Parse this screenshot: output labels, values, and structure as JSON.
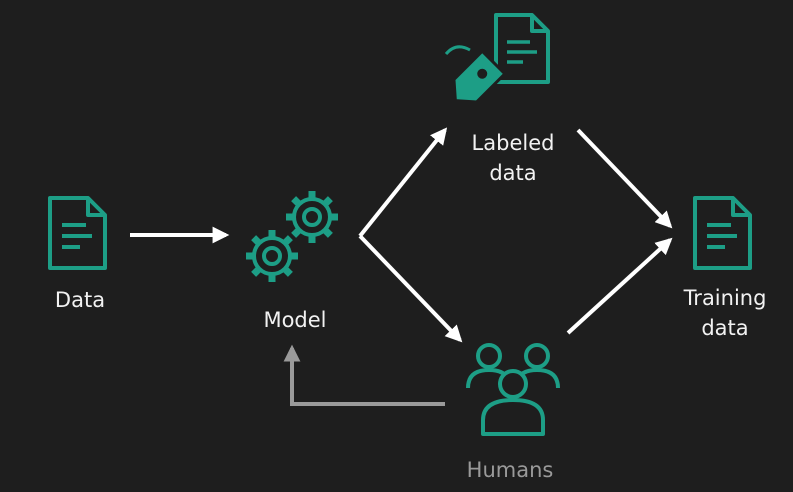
{
  "colors": {
    "background": "#1e1e1e",
    "icon_teal": "#1d9e86",
    "arrow": "#ffffff",
    "feedback_arrow": "#9a9a9a",
    "humans_label": "#9a9a9a"
  },
  "nodes": {
    "data": {
      "label": "Data",
      "icon": "document-icon"
    },
    "model": {
      "label": "Model",
      "icon": "gears-icon"
    },
    "labeled": {
      "line1": "Labeled",
      "line2": "data",
      "icon": "tagged-document-icon"
    },
    "training": {
      "line1": "Training",
      "line2": "data",
      "icon": "document-icon"
    },
    "humans": {
      "label": "Humans",
      "icon": "people-icon"
    }
  }
}
